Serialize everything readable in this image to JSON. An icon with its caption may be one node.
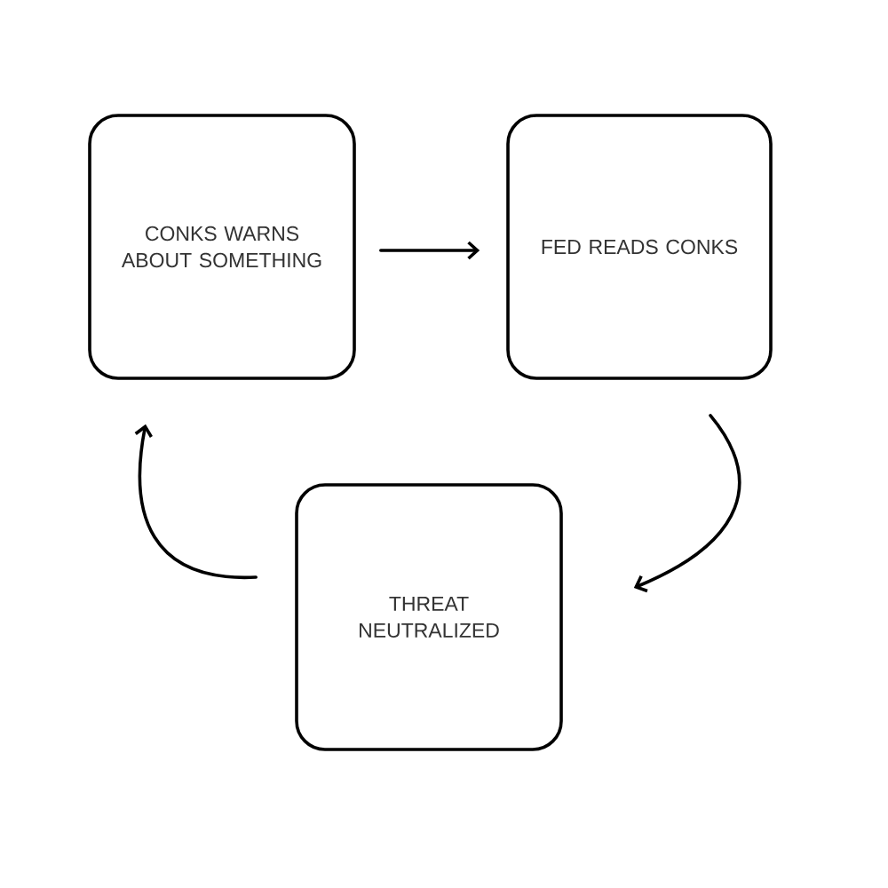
{
  "diagram": {
    "nodes": [
      {
        "text": [
          "CONKS WARNS ABOUT SOMETHING"
        ]
      },
      {
        "text": [
          "FED READS CONKS"
        ]
      },
      {
        "text": [
          "THREAT NEUTRALIZED"
        ]
      }
    ],
    "edges": [
      {
        "from": 0,
        "to": 1,
        "arrow": "to"
      },
      {
        "from": 1,
        "to": 2,
        "arrow": "to"
      },
      {
        "from": 2,
        "to": 0,
        "arrow": "to"
      }
    ]
  }
}
